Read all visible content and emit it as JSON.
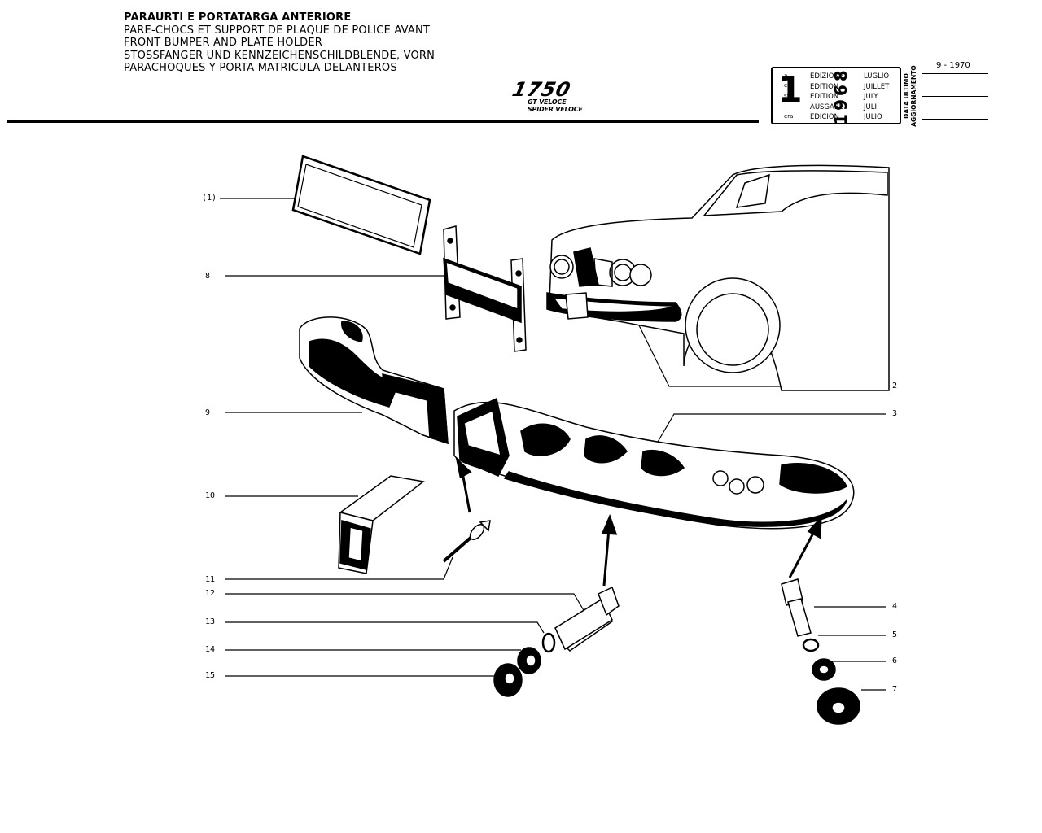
{
  "header": {
    "titles": [
      "PARAURTI E PORTATARGA ANTERIORE",
      "PARE-CHOCS ET SUPPORT DE PLAQUE DE POLICE AVANT",
      "FRONT BUMPER AND PLATE HOLDER",
      "STOSSFANGER UND KENNZEICHENSCHILDBLENDE, VORN",
      "PARACHOQUES Y PORTA MATRICULA DELANTEROS"
    ],
    "model": "1750",
    "variants": [
      "GT VELOCE",
      "SPIDER VELOCE"
    ]
  },
  "edition": {
    "number": "1",
    "suffixes": [
      "a",
      "ere",
      "st",
      ".",
      "era"
    ],
    "labels": [
      "EDIZIONE",
      "EDITION",
      "EDITION",
      "AUSGABE",
      "EDICION"
    ],
    "year": "1968",
    "months": [
      "LUGLIO",
      "JUILLET",
      "JULY",
      "JULI",
      "JULIO"
    ]
  },
  "update": {
    "label_lines": [
      "DATA ULTIMO",
      "AGGIORNAMENTO"
    ],
    "date": "9 - 1970"
  },
  "callouts": {
    "c1": "(1)",
    "c2": "2",
    "c3": "3",
    "c4": "4",
    "c5": "5",
    "c6": "6",
    "c7": "7",
    "c8": "8",
    "c9": "9",
    "c10": "10",
    "c11": "11",
    "c12": "12",
    "c13": "13",
    "c14": "14",
    "c15": "15"
  },
  "colors": {
    "ink": "#000000",
    "paper": "#ffffff"
  }
}
